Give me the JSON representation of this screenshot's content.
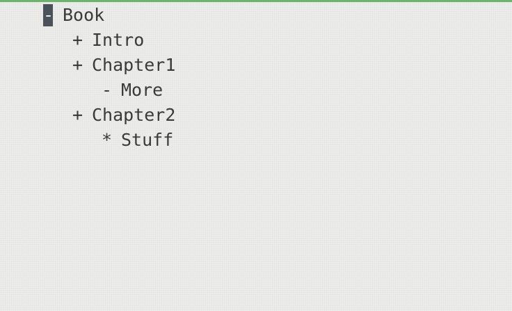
{
  "colors": {
    "background": "#ebebe8",
    "text": "#3a3a3a",
    "cursor": "#4a5158",
    "top_border": "#6ab46d"
  },
  "outline": {
    "items": [
      {
        "bullet": "-",
        "label": "Book",
        "level": 0,
        "cursor": true
      },
      {
        "bullet": "+",
        "label": "Intro",
        "level": 1
      },
      {
        "bullet": "+",
        "label": "Chapter1",
        "level": 1
      },
      {
        "bullet": "-",
        "label": "More",
        "level": 2
      },
      {
        "bullet": "+",
        "label": "Chapter2",
        "level": 1
      },
      {
        "bullet": "*",
        "label": "Stuff",
        "level": 2
      }
    ]
  }
}
